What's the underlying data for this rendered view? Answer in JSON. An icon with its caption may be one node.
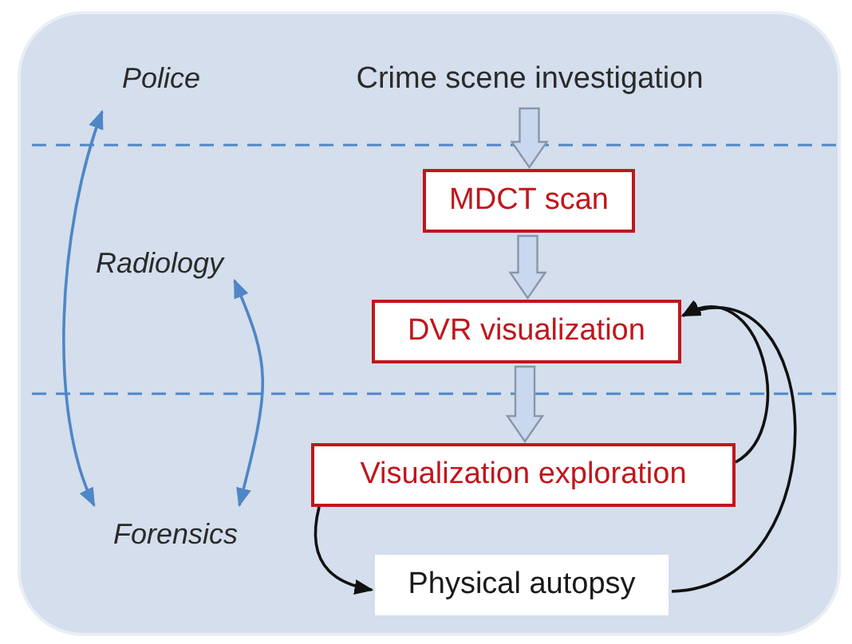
{
  "diagram": {
    "nodes": [
      {
        "text": [
          "Crime scene investigation"
        ]
      },
      {
        "text": [
          "MDCT scan"
        ]
      },
      {
        "text": [
          "DVR visualization"
        ]
      },
      {
        "text": [
          "Visualization exploration"
        ]
      },
      {
        "text": [
          "Physical autopsy"
        ]
      },
      {
        "text": [
          "Police"
        ]
      },
      {
        "text": [
          "Radiology"
        ]
      },
      {
        "text": [
          "Forensics"
        ]
      }
    ],
    "edges": [
      {
        "from": 0,
        "to": 1,
        "arrow": "to",
        "style": "thick"
      },
      {
        "from": 1,
        "to": 2,
        "arrow": "to",
        "style": "thick"
      },
      {
        "from": 2,
        "to": 3,
        "arrow": "to",
        "style": "thick"
      },
      {
        "from": 3,
        "to": 2,
        "arrow": "to"
      },
      {
        "from": 4,
        "to": 2,
        "arrow": "to"
      },
      {
        "from": 3,
        "to": 4,
        "arrow": "to"
      },
      {
        "from": 5,
        "to": 7,
        "arrow": "both",
        "color": "#4f86c6"
      },
      {
        "from": 6,
        "to": 7,
        "arrow": "both",
        "color": "#4f86c6"
      }
    ]
  }
}
